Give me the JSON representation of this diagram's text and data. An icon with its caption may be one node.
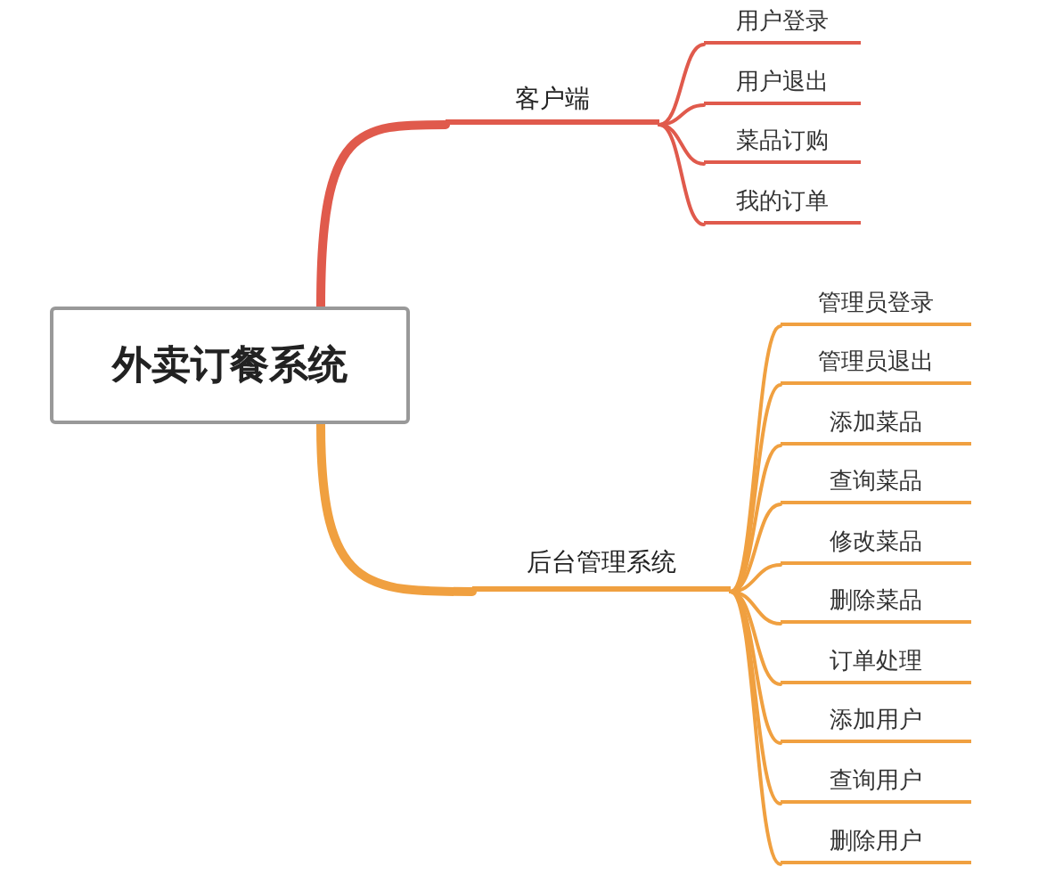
{
  "diagram": {
    "nodes": [
      {
        "text": [
          "外卖订餐系统"
        ]
      },
      {
        "text": [
          "客户端"
        ]
      },
      {
        "text": [
          "用户登录"
        ]
      },
      {
        "text": [
          "用户退出"
        ]
      },
      {
        "text": [
          "菜品订购"
        ]
      },
      {
        "text": [
          "我的订单"
        ]
      },
      {
        "text": [
          "后台管理系统"
        ]
      },
      {
        "text": [
          "管理员登录"
        ]
      },
      {
        "text": [
          "管理员退出"
        ]
      },
      {
        "text": [
          "添加菜品"
        ]
      },
      {
        "text": [
          "查询菜品"
        ]
      },
      {
        "text": [
          "修改菜品"
        ]
      },
      {
        "text": [
          "删除菜品"
        ]
      },
      {
        "text": [
          "订单处理"
        ]
      },
      {
        "text": [
          "添加用户"
        ]
      },
      {
        "text": [
          "查询用户"
        ]
      },
      {
        "text": [
          "删除用户"
        ]
      }
    ],
    "edges": [
      {
        "from": 0,
        "to": 1,
        "arrow": "none",
        "style": "thick",
        "color": "#e05a4c"
      },
      {
        "from": 1,
        "to": 2,
        "arrow": "none",
        "color": "#e05a4c"
      },
      {
        "from": 1,
        "to": 3,
        "arrow": "none",
        "color": "#e05a4c"
      },
      {
        "from": 1,
        "to": 4,
        "arrow": "none",
        "color": "#e05a4c"
      },
      {
        "from": 1,
        "to": 5,
        "arrow": "none",
        "color": "#e05a4c"
      },
      {
        "from": 0,
        "to": 6,
        "arrow": "none",
        "style": "thick"
      },
      {
        "from": 6,
        "to": 7,
        "arrow": "none"
      },
      {
        "from": 6,
        "to": 8,
        "arrow": "none"
      },
      {
        "from": 6,
        "to": 9,
        "arrow": "none"
      },
      {
        "from": 6,
        "to": 10,
        "arrow": "none"
      },
      {
        "from": 6,
        "to": 11,
        "arrow": "none"
      },
      {
        "from": 6,
        "to": 12,
        "arrow": "none"
      },
      {
        "from": 6,
        "to": 13,
        "arrow": "none"
      },
      {
        "from": 6,
        "to": 14,
        "arrow": "none"
      },
      {
        "from": 6,
        "to": 15,
        "arrow": "none"
      },
      {
        "from": 6,
        "to": 16,
        "arrow": "none"
      }
    ]
  }
}
